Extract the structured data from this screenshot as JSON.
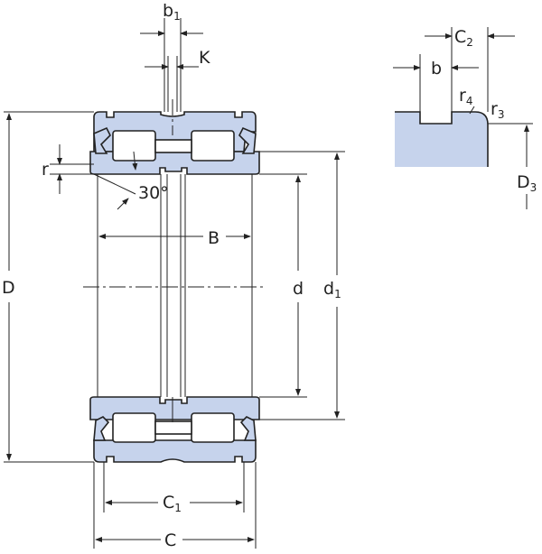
{
  "labels": {
    "b1": "b",
    "b1_sub": "1",
    "K": "K",
    "C2": "C",
    "C2_sub": "2",
    "b": "b",
    "r4": "r",
    "r4_sub": "4",
    "r3": "r",
    "r3_sub": "3",
    "D3": "D",
    "D3_sub": "3",
    "r": "r",
    "angle": "30°",
    "B": "B",
    "D": "D",
    "d": "d",
    "d1": "d",
    "d1_sub": "1",
    "C1": "C",
    "C1_sub": "1",
    "C": "C"
  },
  "colors": {
    "fill": "#c6d3ec",
    "line": "#222222"
  }
}
